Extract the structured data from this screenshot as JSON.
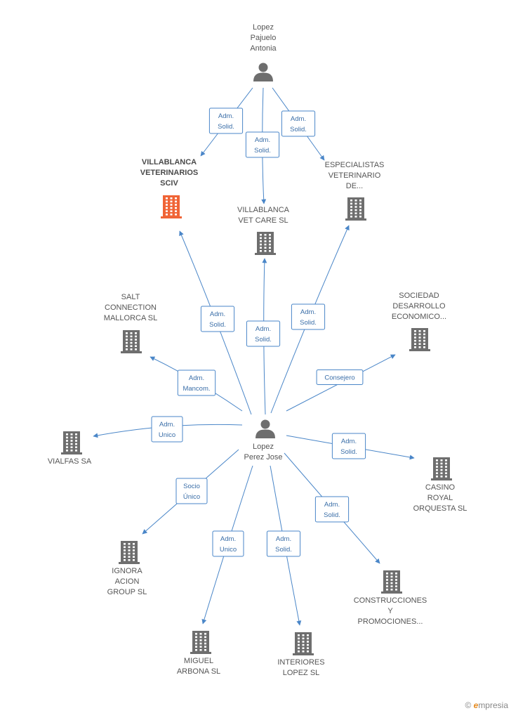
{
  "colors": {
    "edge": "#4a86c8",
    "company": "#6e6e6e",
    "company_focus": "#f06436",
    "person": "#6e6e6e"
  },
  "nodes": [
    {
      "id": "lopez-pajuelo",
      "kind": "person",
      "label": [
        "Lopez",
        "Pajuelo",
        "Antonia"
      ]
    },
    {
      "id": "lopez-perez",
      "kind": "person",
      "label": [
        "Lopez",
        "Perez Jose"
      ]
    },
    {
      "id": "villablanca-sciv",
      "kind": "company",
      "focus": true,
      "label": [
        "VILLABLANCA",
        "VETERINARIOS",
        "SCIV"
      ]
    },
    {
      "id": "villablanca-vet",
      "kind": "company",
      "label": [
        "VILLABLANCA",
        "VET CARE SL"
      ]
    },
    {
      "id": "especialistas",
      "kind": "company",
      "label": [
        "ESPECIALISTAS",
        "VETERINARIO",
        "DE..."
      ]
    },
    {
      "id": "salt",
      "kind": "company",
      "label": [
        "SALT",
        "CONNECTION",
        "MALLORCA SL"
      ]
    },
    {
      "id": "sociedad",
      "kind": "company",
      "label": [
        "SOCIEDAD",
        "DESARROLLO",
        "ECONOMICO..."
      ]
    },
    {
      "id": "vialfas",
      "kind": "company",
      "label": [
        "VIALFAS SA"
      ]
    },
    {
      "id": "casino",
      "kind": "company",
      "label": [
        "CASINO",
        "ROYAL",
        "ORQUESTA SL"
      ]
    },
    {
      "id": "ignora",
      "kind": "company",
      "label": [
        "IGNORA",
        "ACION",
        "GROUP  SL"
      ]
    },
    {
      "id": "construcciones",
      "kind": "company",
      "label": [
        "CONSTRUCCIONES",
        "Y",
        "PROMOCIONES..."
      ]
    },
    {
      "id": "miguel",
      "kind": "company",
      "label": [
        "MIGUEL",
        "ARBONA SL"
      ]
    },
    {
      "id": "interiores",
      "kind": "company",
      "label": [
        "INTERIORES",
        "LOPEZ SL"
      ]
    }
  ],
  "edges": [
    {
      "from": "lopez-pajuelo",
      "to": "villablanca-sciv",
      "label": [
        "Adm.",
        "Solid."
      ]
    },
    {
      "from": "lopez-pajuelo",
      "to": "villablanca-vet",
      "label": [
        "Adm.",
        "Solid."
      ]
    },
    {
      "from": "lopez-pajuelo",
      "to": "especialistas",
      "label": [
        "Adm.",
        "Solid."
      ]
    },
    {
      "from": "lopez-perez",
      "to": "villablanca-sciv",
      "label": [
        "Adm.",
        "Solid."
      ]
    },
    {
      "from": "lopez-perez",
      "to": "villablanca-vet",
      "label": [
        "Adm.",
        "Solid."
      ]
    },
    {
      "from": "lopez-perez",
      "to": "especialistas",
      "label": [
        "Adm.",
        "Solid."
      ]
    },
    {
      "from": "lopez-perez",
      "to": "salt",
      "label": [
        "Adm.",
        "Mancom."
      ]
    },
    {
      "from": "lopez-perez",
      "to": "sociedad",
      "label": [
        "Consejero"
      ]
    },
    {
      "from": "lopez-perez",
      "to": "vialfas",
      "label": [
        "Adm.",
        "Unico"
      ]
    },
    {
      "from": "lopez-perez",
      "to": "casino",
      "label": [
        "Adm.",
        "Solid."
      ]
    },
    {
      "from": "lopez-perez",
      "to": "ignora",
      "label": [
        "Socio",
        "Único"
      ]
    },
    {
      "from": "lopez-perez",
      "to": "construcciones",
      "label": [
        "Adm.",
        "Solid."
      ]
    },
    {
      "from": "lopez-perez",
      "to": "miguel",
      "label": [
        "Adm.",
        "Unico"
      ]
    },
    {
      "from": "lopez-perez",
      "to": "interiores",
      "label": [
        "Adm.",
        "Solid."
      ]
    }
  ],
  "brand": {
    "copyright": "©",
    "name_initial": "e",
    "name_rest": "mpresia"
  }
}
